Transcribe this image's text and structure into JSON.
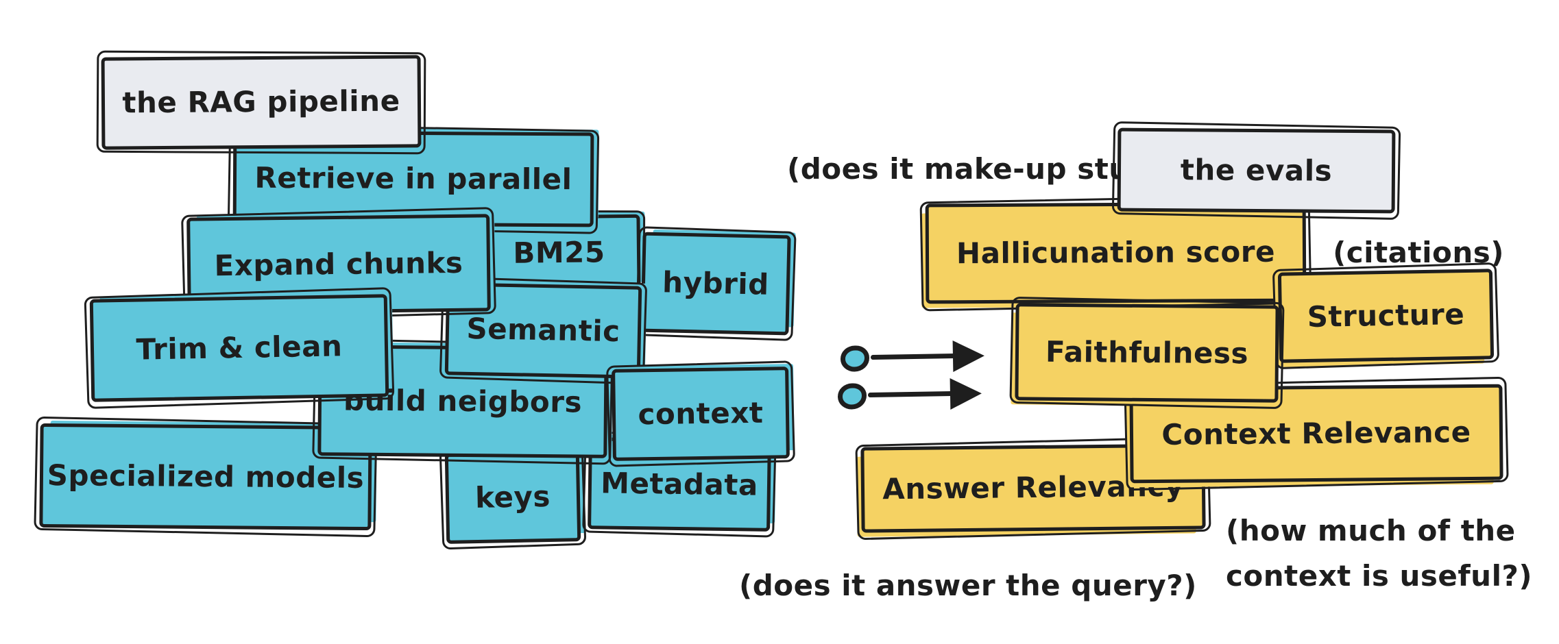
{
  "colors": {
    "teal": "#5fc6db",
    "yellow": "#f5d263",
    "gray": "#e9ebf0",
    "ink": "#1e1e1e"
  },
  "pipeline": {
    "title": "the RAG pipeline",
    "boxes": {
      "retrieve": "Retrieve in parallel",
      "expand": "Expand chunks",
      "bm25": "BM25",
      "hybrid": "hybrid",
      "trim": "Trim & clean",
      "semantic": "Semantic",
      "neighbors": "build neigbors",
      "context": "context",
      "specialized": "Specialized models",
      "keys": "keys",
      "metadata": "Metadata"
    }
  },
  "evals": {
    "title": "the evals",
    "boxes": {
      "hallucination": "Hallicunation score",
      "structure": "Structure",
      "faithfulness": "Faithfulness",
      "context_relevance": "Context Relevance",
      "answer_relevancy": "Answer Relevancy"
    },
    "annotations": {
      "make_up": "(does it make-up stuff?)",
      "citations": "(citations)",
      "answer_query": "(does it answer the query?)",
      "context_useful": "(how much of the\ncontext is useful?)"
    }
  }
}
